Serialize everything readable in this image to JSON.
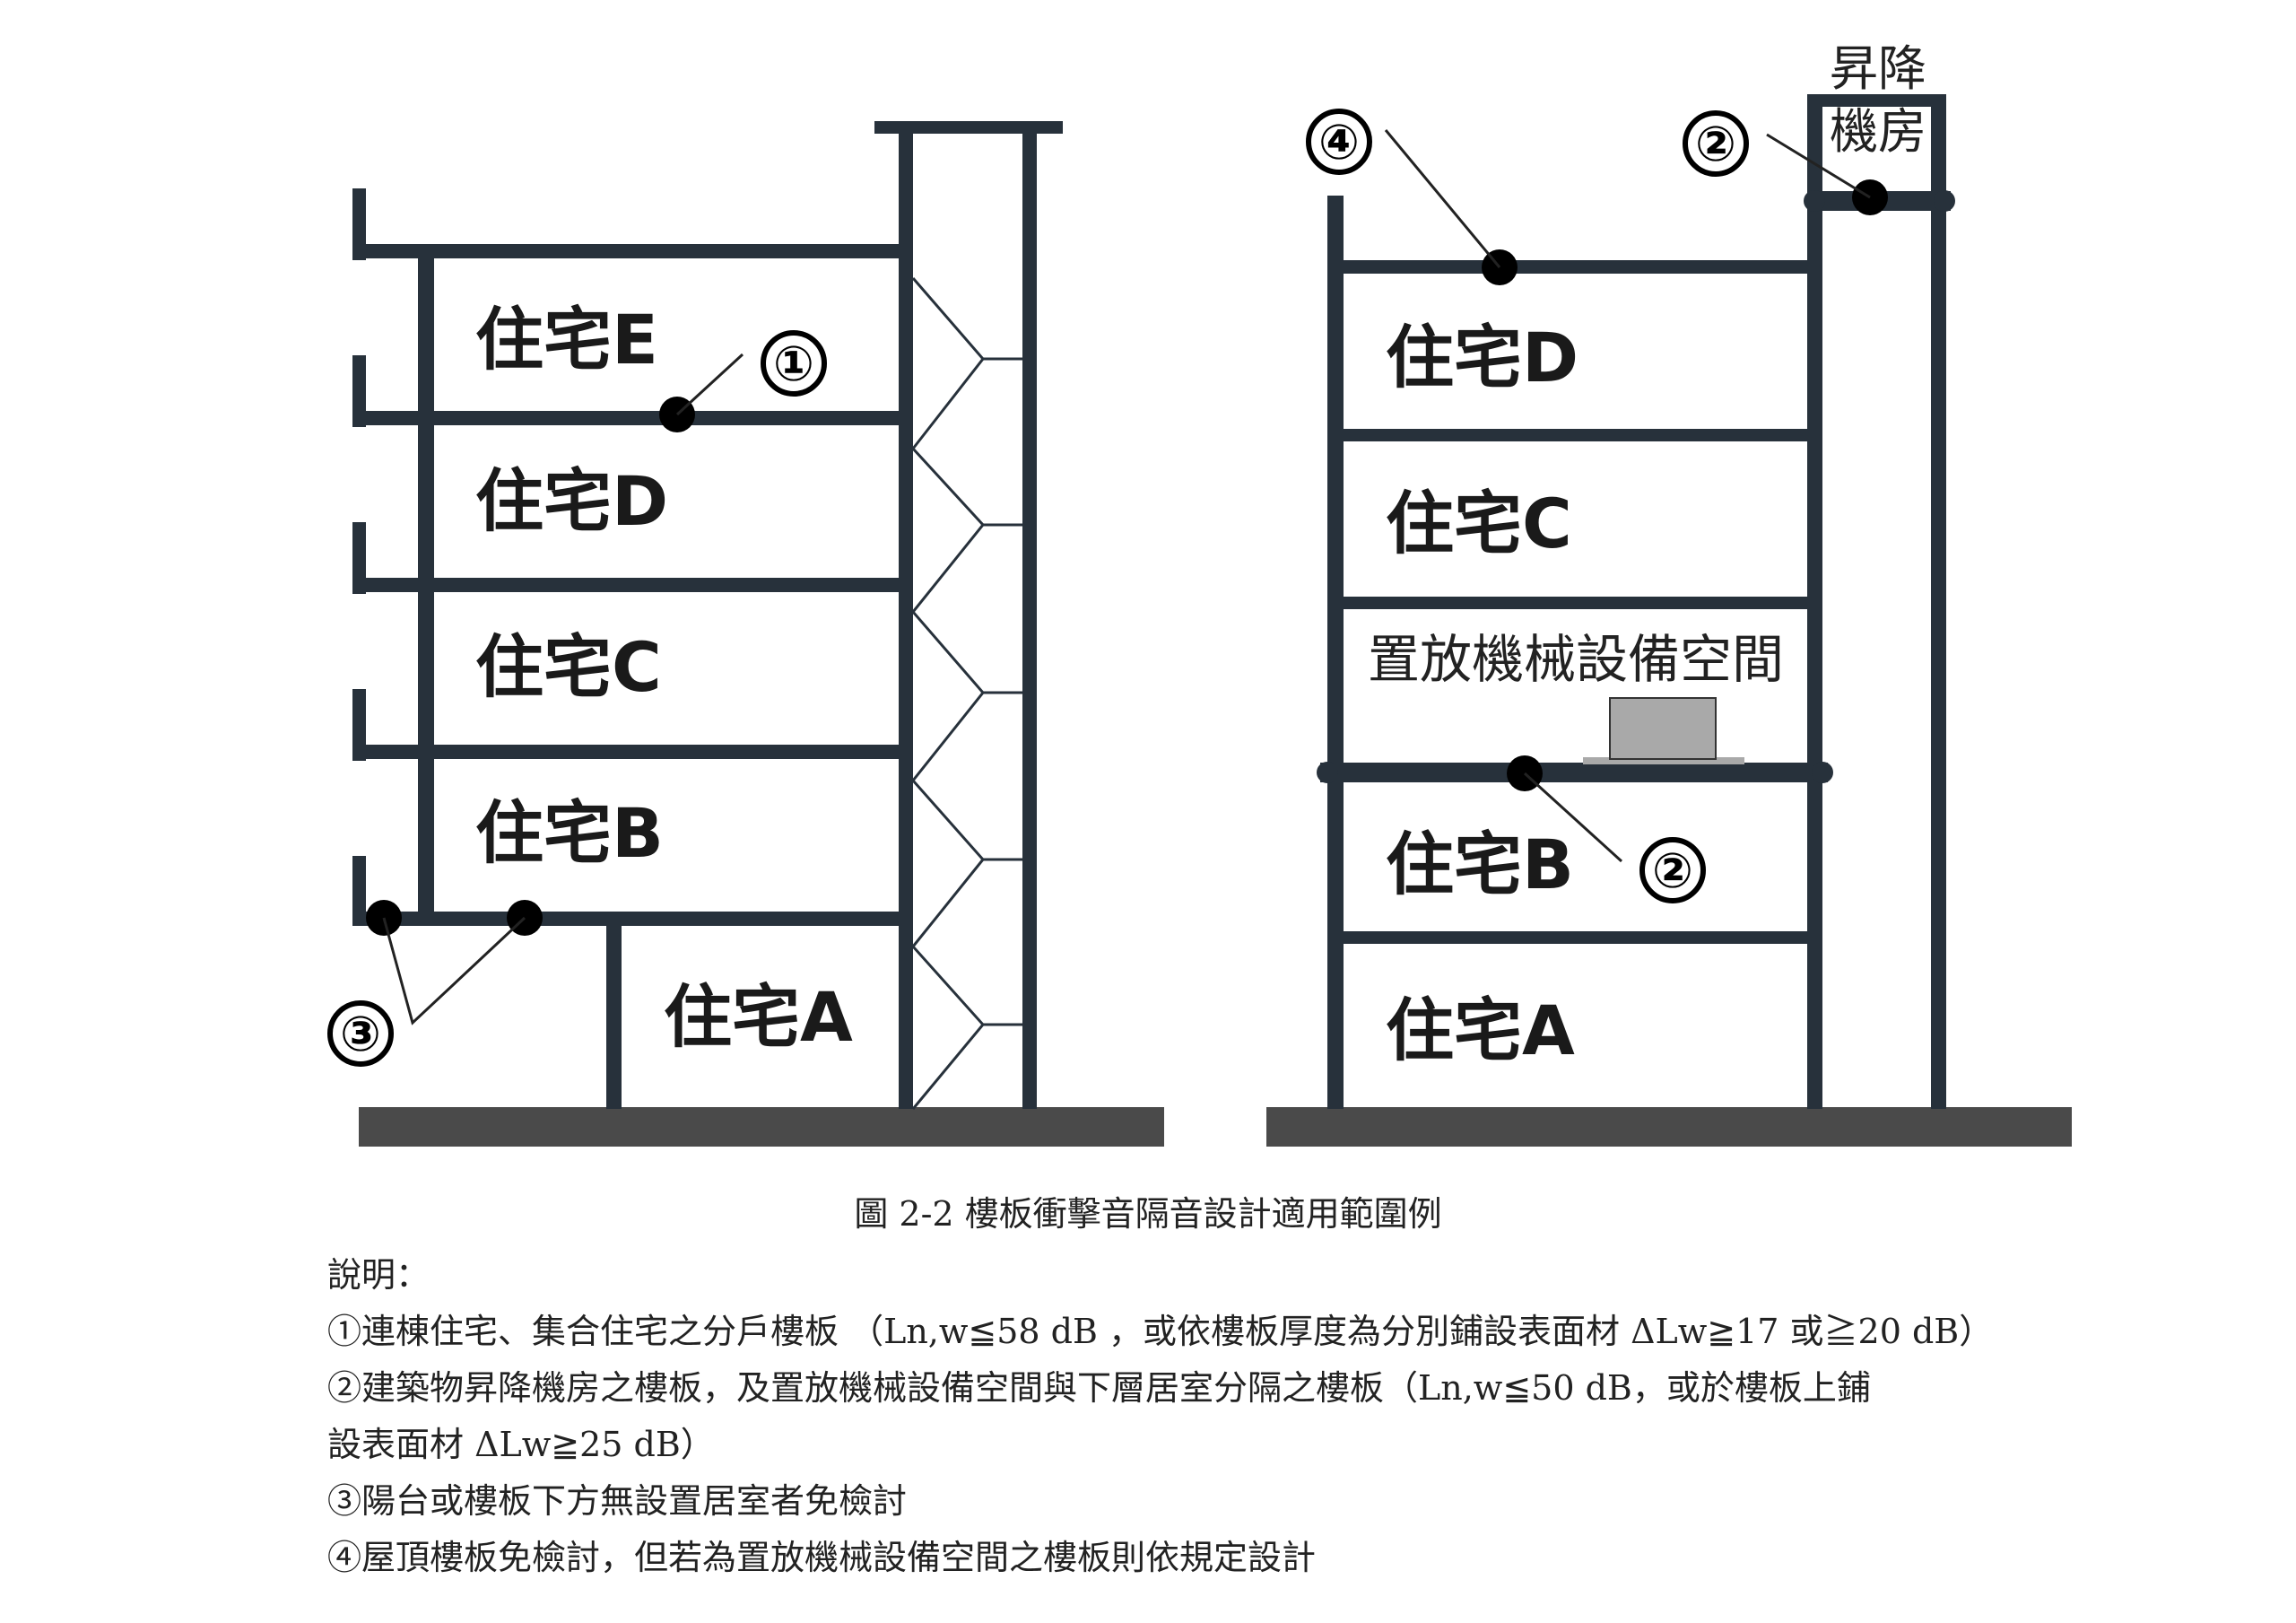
{
  "left_building": {
    "rooms": [
      "住宅E",
      "住宅D",
      "住宅C",
      "住宅B",
      "住宅A"
    ],
    "markers": [
      "①",
      "③"
    ]
  },
  "right_building": {
    "rooms": [
      "住宅D",
      "住宅C",
      "住宅B",
      "住宅A"
    ],
    "machine_space": "置放機械設備空間",
    "elevator_room": [
      "昇降",
      "機房"
    ],
    "markers": [
      "④",
      "②",
      "②"
    ]
  },
  "caption": "圖  2-2 樓板衝擊音隔音設計適用範圍例",
  "notes": {
    "heading": "說明：",
    "lines": [
      "①連棟住宅、集合住宅之分戶樓板 （Ln,w≦58 dB ，或依樓板厚度為分別鋪設表面材 ΔLw≧17 或≧20 dB）",
      "②建築物昇降機房之樓板，及置放機械設備空間與下層居室分隔之樓板（Ln,w≦50 dB，或於樓板上鋪",
      "設表面材 ΔLw≧25 dB）",
      "③陽台或樓板下方無設置居室者免檢討",
      "④屋頂樓板免檢討，但若為置放機械設備空間之樓板則依規定設計"
    ]
  },
  "colors": {
    "structure": "#27313b",
    "ground": "#4a4a4a",
    "dot": "#000000",
    "equipment": "#a9a9a9"
  }
}
